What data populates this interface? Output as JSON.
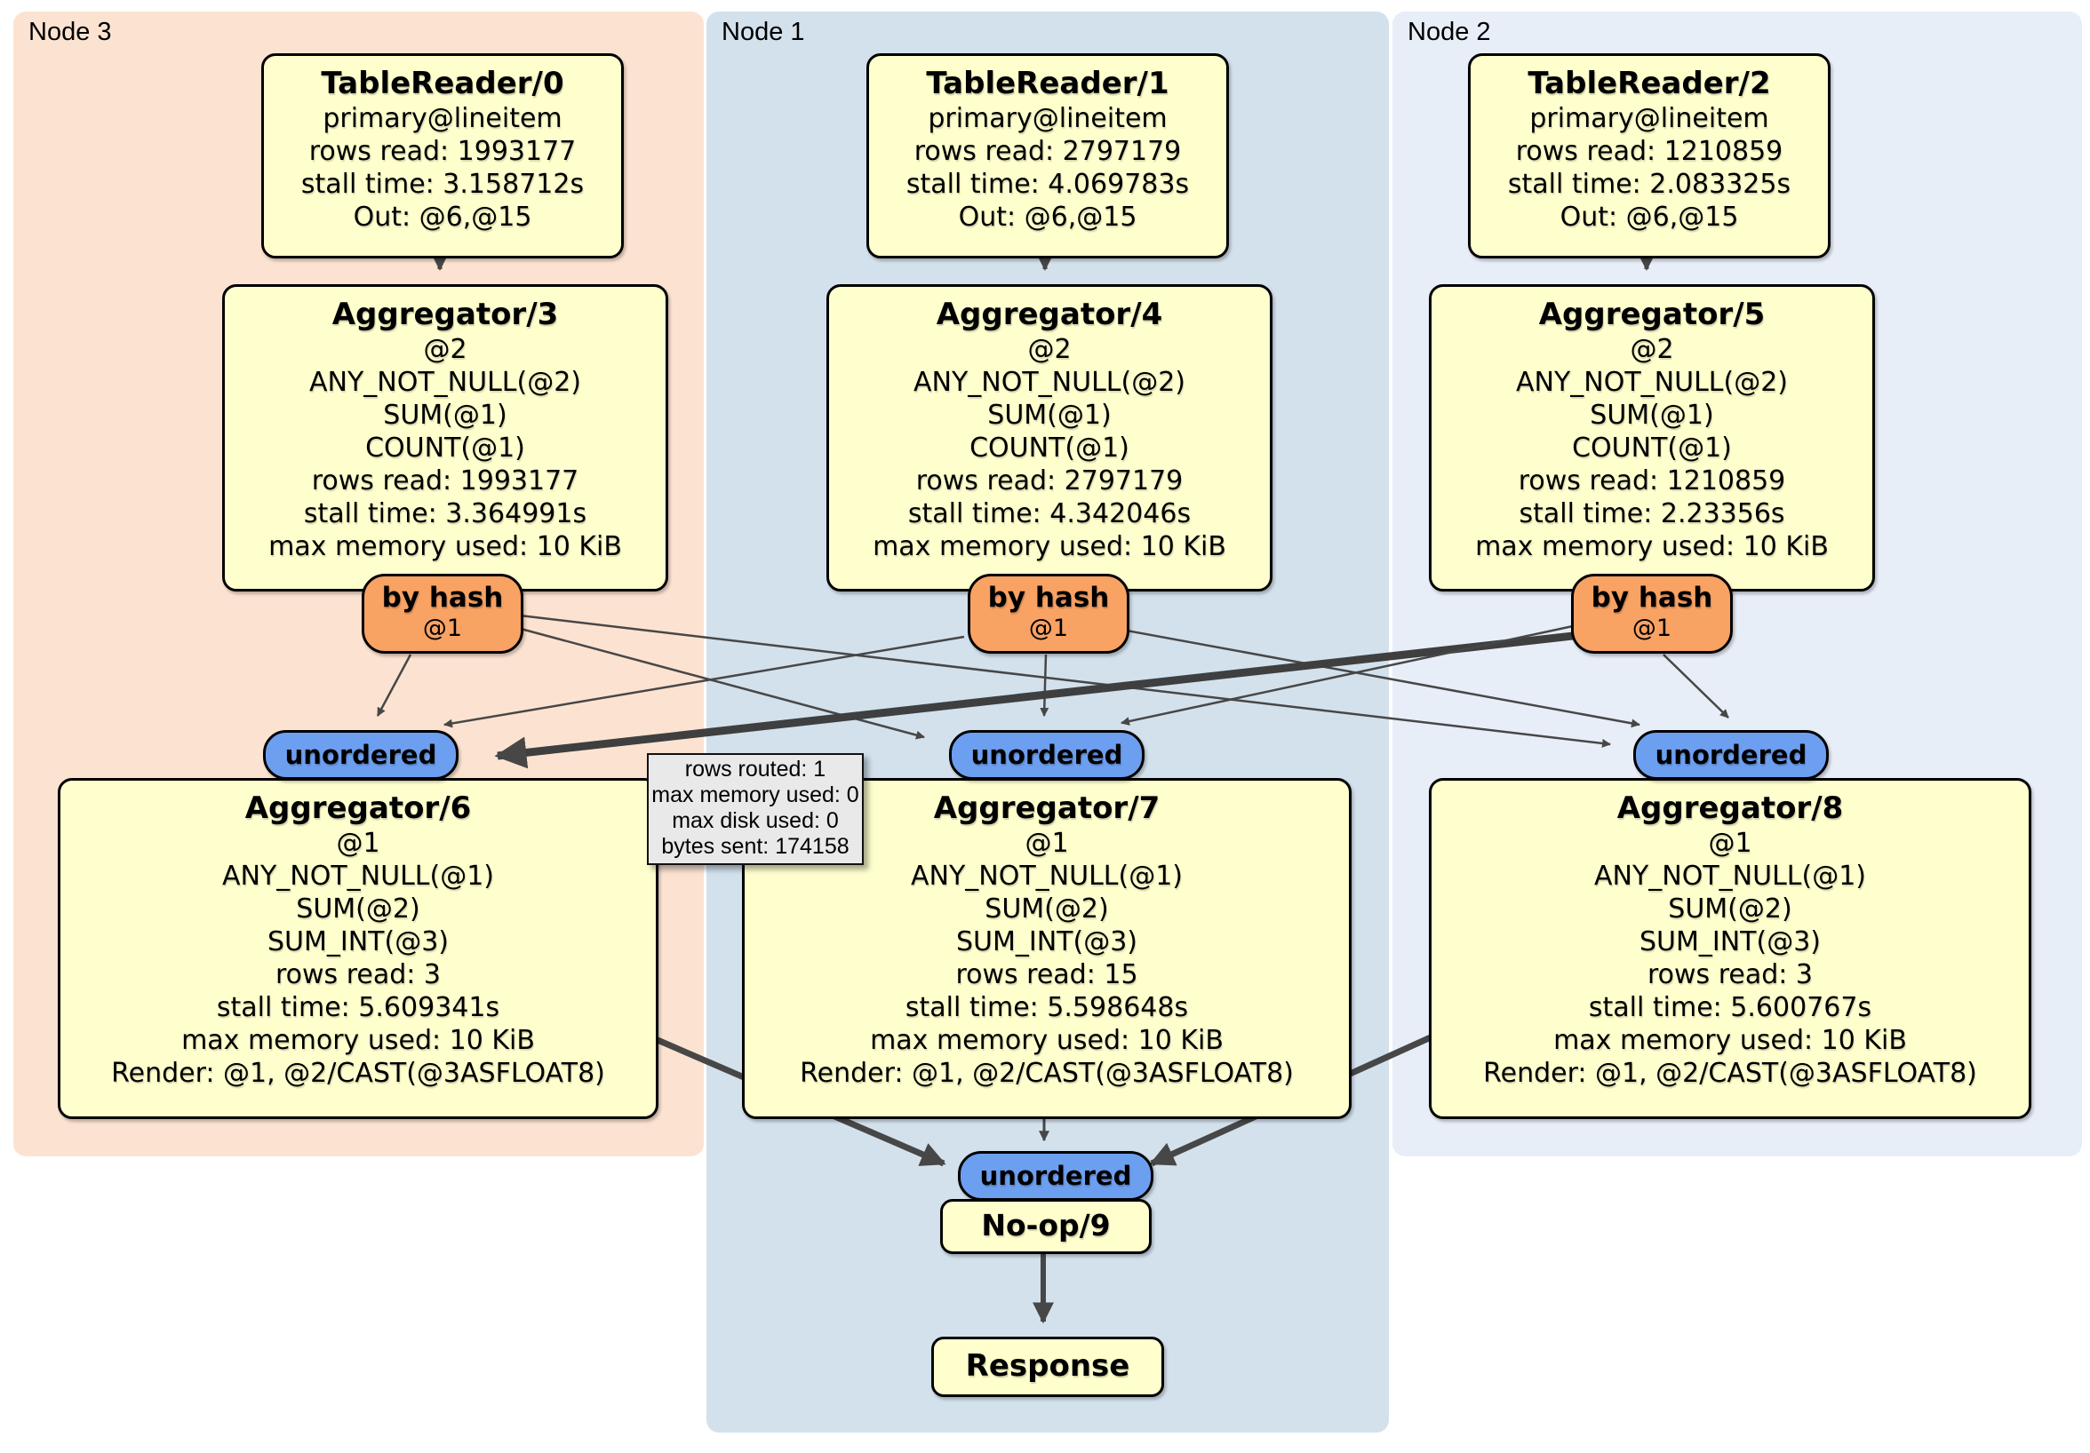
{
  "regions": {
    "node3": {
      "label": "Node 3"
    },
    "node1": {
      "label": "Node 1"
    },
    "node2": {
      "label": "Node 2"
    }
  },
  "colors": {
    "node3_bg": "#fce3d1",
    "node1_bg": "#d3e1ec",
    "node2_bg": "#e8eef8",
    "box_fill": "#ffffce",
    "router_fill": "#f8a264",
    "stream_fill": "#6d9ff0",
    "edge": "#474747",
    "tooltip_bg": "#e9e9e9"
  },
  "boxes": {
    "tr0": {
      "title": "TableReader/0",
      "lines": [
        "primary@lineitem",
        "rows read: 1993177",
        "stall time: 3.158712s",
        "Out: @6,@15"
      ]
    },
    "tr1": {
      "title": "TableReader/1",
      "lines": [
        "primary@lineitem",
        "rows read: 2797179",
        "stall time: 4.069783s",
        "Out: @6,@15"
      ]
    },
    "tr2": {
      "title": "TableReader/2",
      "lines": [
        "primary@lineitem",
        "rows read: 1210859",
        "stall time: 2.083325s",
        "Out: @6,@15"
      ]
    },
    "agg3": {
      "title": "Aggregator/3",
      "lines": [
        "@2",
        "ANY_NOT_NULL(@2)",
        "SUM(@1)",
        "COUNT(@1)",
        "rows read: 1993177",
        "stall time: 3.364991s",
        "max memory used: 10 KiB"
      ]
    },
    "agg4": {
      "title": "Aggregator/4",
      "lines": [
        "@2",
        "ANY_NOT_NULL(@2)",
        "SUM(@1)",
        "COUNT(@1)",
        "rows read: 2797179",
        "stall time: 4.342046s",
        "max memory used: 10 KiB"
      ]
    },
    "agg5": {
      "title": "Aggregator/5",
      "lines": [
        "@2",
        "ANY_NOT_NULL(@2)",
        "SUM(@1)",
        "COUNT(@1)",
        "rows read: 1210859",
        "stall time: 2.23356s",
        "max memory used: 10 KiB"
      ]
    },
    "agg6": {
      "title": "Aggregator/6",
      "lines": [
        "@1",
        "ANY_NOT_NULL(@1)",
        "SUM(@2)",
        "SUM_INT(@3)",
        "rows read: 3",
        "stall time: 5.609341s",
        "max memory used: 10 KiB",
        "Render: @1, @2/CAST(@3ASFLOAT8)"
      ]
    },
    "agg7": {
      "title": "Aggregator/7",
      "lines": [
        "@1",
        "ANY_NOT_NULL(@1)",
        "SUM(@2)",
        "SUM_INT(@3)",
        "rows read: 15",
        "stall time: 5.598648s",
        "max memory used: 10 KiB",
        "Render: @1, @2/CAST(@3ASFLOAT8)"
      ]
    },
    "agg8": {
      "title": "Aggregator/8",
      "lines": [
        "@1",
        "ANY_NOT_NULL(@1)",
        "SUM(@2)",
        "SUM_INT(@3)",
        "rows read: 3",
        "stall time: 5.600767s",
        "max memory used: 10 KiB",
        "Render: @1, @2/CAST(@3ASFLOAT8)"
      ]
    },
    "noop": {
      "title": "No-op/9"
    },
    "response": {
      "title": "Response"
    }
  },
  "routers": {
    "byhash": {
      "label": "by hash",
      "sub": "@1"
    },
    "unordered_label": "unordered"
  },
  "tooltip": {
    "lines": [
      "rows routed: 1",
      "max memory used: 0",
      "max disk used: 0",
      "bytes sent: 174158"
    ]
  }
}
